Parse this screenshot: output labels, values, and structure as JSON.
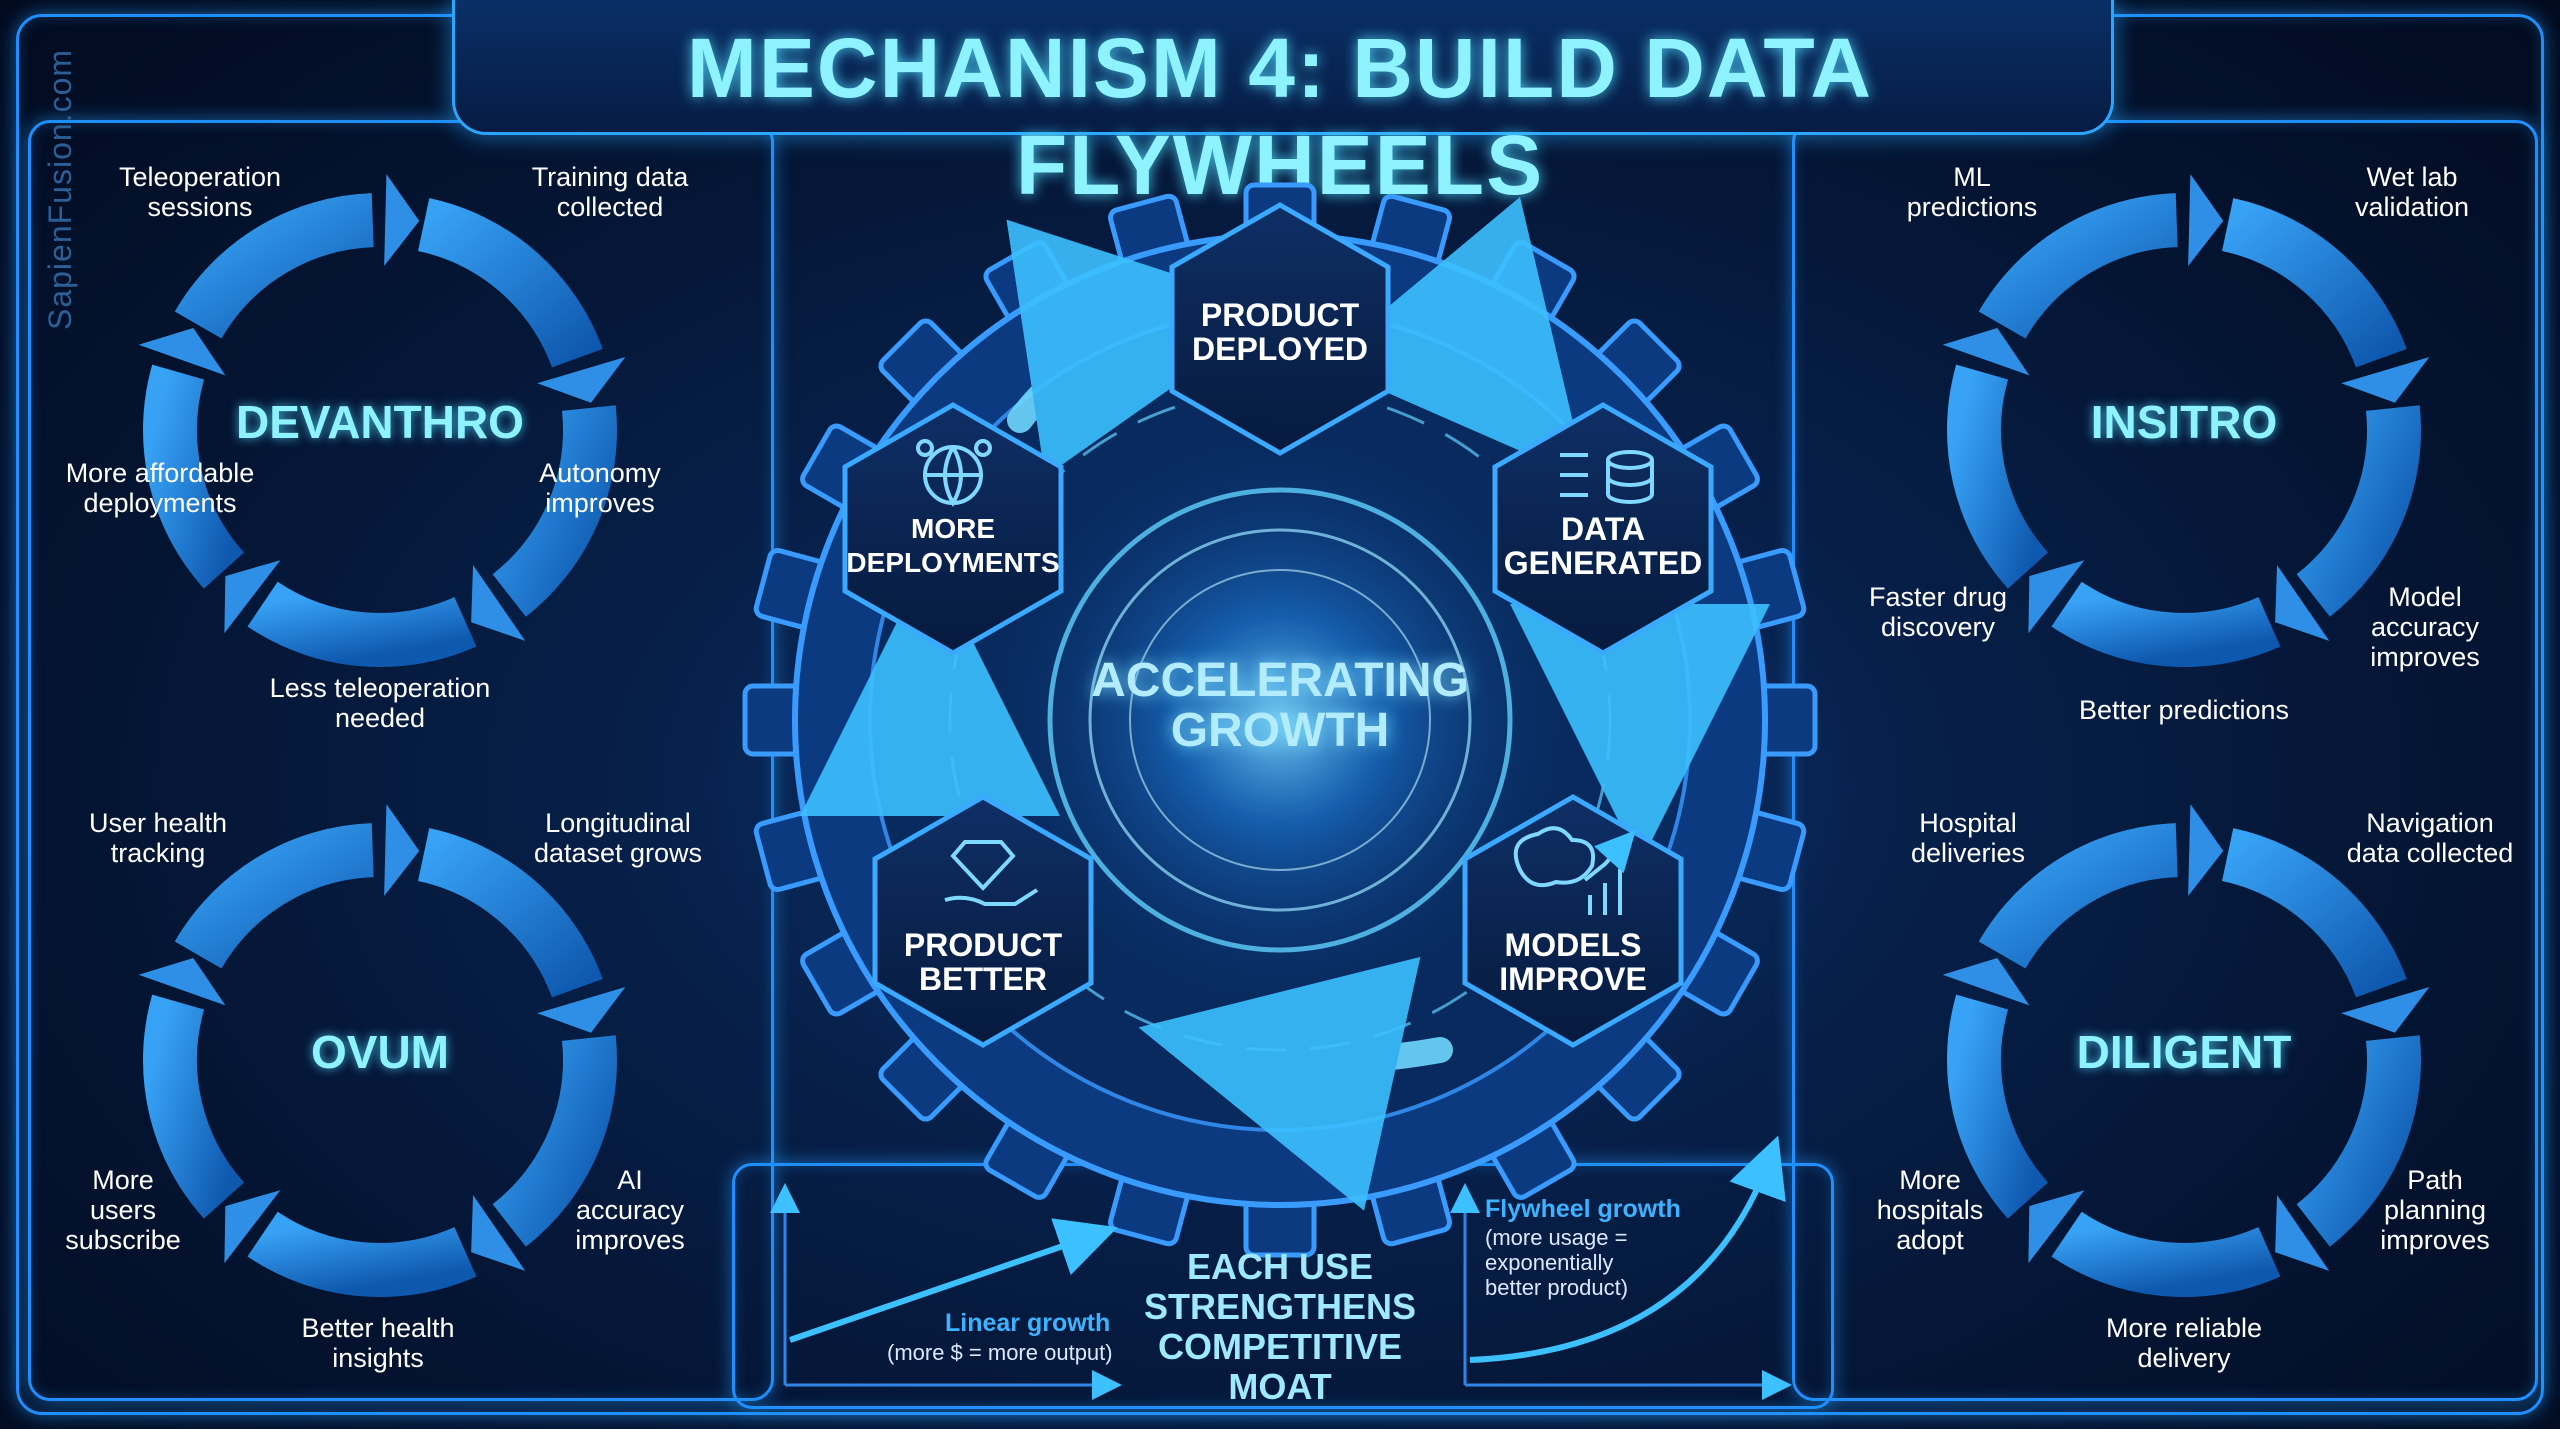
{
  "title": "MECHANISM 4: BUILD DATA FLYWHEELS",
  "watermark": "SapienFusion.com",
  "center": {
    "title_line1": "ACCELERATING",
    "title_line2": "GROWTH",
    "nodes": [
      {
        "line1": "PRODUCT",
        "line2": "DEPLOYED",
        "icon": "none"
      },
      {
        "line1": "DATA",
        "line2": "GENERATED",
        "icon": "database-icon"
      },
      {
        "line1": "MODELS",
        "line2": "IMPROVE",
        "icon": "brain-chart-icon"
      },
      {
        "line1": "PRODUCT",
        "line2": "BETTER",
        "icon": "diamond-hand-icon"
      },
      {
        "line1": "MORE",
        "line2": "DEPLOYMENTS",
        "icon": "globe-pins-icon"
      }
    ]
  },
  "moat": {
    "line1": "EACH USE",
    "line2": "STRENGTHENS",
    "line3": "COMPETITIVE MOAT"
  },
  "linear": {
    "title": "Linear growth",
    "sub": "(more $ = more output)"
  },
  "flywheel": {
    "title": "Flywheel growth",
    "sub1": "(more usage =",
    "sub2": "exponentially",
    "sub3": "better product)"
  },
  "cycles": {
    "devanthro": {
      "name": "DEVANTHRO",
      "teleop": {
        "l1": "Teleoperation",
        "l2": "sessions"
      },
      "training": {
        "l1": "Training data",
        "l2": "collected"
      },
      "autonomy": {
        "l1": "Autonomy",
        "l2": "improves"
      },
      "less": {
        "l1": "Less teleoperation",
        "l2": "needed"
      },
      "affordable": {
        "l1": "More affordable",
        "l2": "deployments"
      }
    },
    "insitro": {
      "name": "INSITRO",
      "ml": {
        "l1": "ML",
        "l2": "predictions"
      },
      "wetlab": {
        "l1": "Wet lab",
        "l2": "validation"
      },
      "model": {
        "l1": "Model",
        "l2": "accuracy",
        "l3": "improves"
      },
      "better": {
        "l1": "Better predictions"
      },
      "faster": {
        "l1": "Faster drug",
        "l2": "discovery"
      }
    },
    "ovum": {
      "name": "OVUM",
      "tracking": {
        "l1": "User health",
        "l2": "tracking"
      },
      "dataset": {
        "l1": "Longitudinal",
        "l2": "dataset grows"
      },
      "ai": {
        "l1": "AI",
        "l2": "accuracy",
        "l3": "improves"
      },
      "insights": {
        "l1": "Better health",
        "l2": "insights"
      },
      "users": {
        "l1": "More",
        "l2": "users",
        "l3": "subscribe"
      }
    },
    "diligent": {
      "name": "DILIGENT",
      "hospital": {
        "l1": "Hospital",
        "l2": "deliveries"
      },
      "navigation": {
        "l1": "Navigation",
        "l2": "data collected"
      },
      "path": {
        "l1": "Path",
        "l2": "planning",
        "l3": "improves"
      },
      "reliable": {
        "l1": "More reliable",
        "l2": "delivery"
      },
      "hospitals": {
        "l1": "More",
        "l2": "hospitals",
        "l3": "adopt"
      }
    }
  },
  "colors": {
    "accent": "#8ff2ff",
    "frame": "#1f8fff",
    "arrow": "#2a8fe6",
    "background": "#041330"
  }
}
